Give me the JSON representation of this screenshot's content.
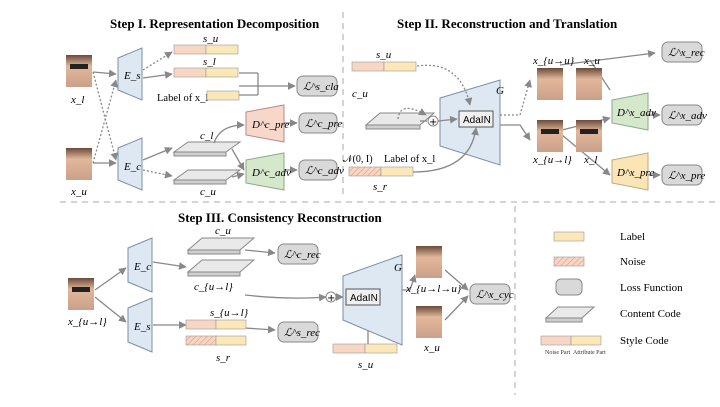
{
  "steps": {
    "step1": "Step I. Representation Decomposition",
    "step2": "Step II. Reconstruction and Translation",
    "step3": "Step III. Consistency Reconstruction"
  },
  "labels": {
    "xl": "x_l",
    "xu": "x_u",
    "xu_l": "x_{u→l}",
    "xu_u": "x_{u→u}",
    "xu_l_u": "x_{u→l→u}",
    "Es": "E_s",
    "Ec": "E_c",
    "su": "s_u",
    "sl": "s_l",
    "sr": "s_r",
    "su_l": "s_{u→l}",
    "cl": "c_l",
    "cu": "c_u",
    "cu_l": "c_{u→l}",
    "label_of_xl": "Label of x_l",
    "noise_dist": "𝒩(0, I)",
    "G": "G",
    "adain": "AdaIN"
  },
  "losses": {
    "cla": "ℒ^s_cla",
    "pre_c": "ℒ^c_pre",
    "adv_c": "ℒ^c_adv",
    "rec_x": "ℒ^x_rec",
    "adv_x": "ℒ^x_adv",
    "pre_x": "ℒ^x_pre",
    "rec_c": "ℒ^c_rec",
    "rec_s": "ℒ^s_rec",
    "cyc_x": "ℒ^x_cyc"
  },
  "discriminators": {
    "pre_c": "D^c_pre",
    "adv_c": "D^c_adv",
    "adv_x": "D^x_adv",
    "pre_x": "D^x_pre"
  },
  "legend": {
    "label": "Label",
    "noise": "Noise",
    "loss": "Loss Function",
    "content": "Content Code",
    "style": "Style Code",
    "noise_part": "Noise Part",
    "attr_part": "Attribute Part"
  },
  "colors": {
    "encoder": "#dde8f3",
    "generator": "#dde8f3",
    "label": "#fbe7b8",
    "noise": "#f8d6c4",
    "loss": "#d9d9d9",
    "content": "#e9e9e9",
    "disc_pre": "#f7d7c9",
    "disc_adv": "#d6e8cc",
    "disc_prex": "#fbe5b4"
  }
}
